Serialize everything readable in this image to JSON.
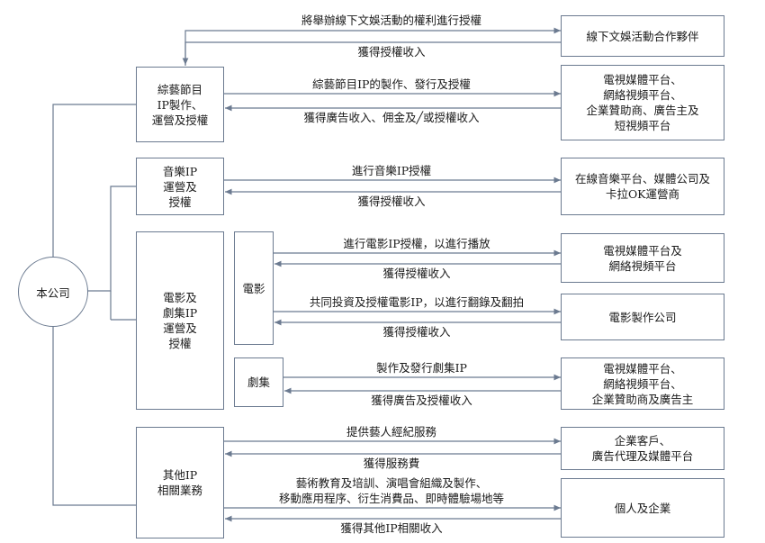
{
  "company": "本公司",
  "segments": {
    "variety": "綜藝節目\nIP製作、\n運營及授權",
    "music": "音樂IP\n運營及\n授權",
    "film_drama": "電影及\n劇集IP\n運營及\n授權",
    "film": "電影",
    "drama": "劇集",
    "other": "其他IP\n相關業務"
  },
  "partners": {
    "offline": "線下文娛活動合作夥伴",
    "variety_media": "電視媒體平台、\n網絡視頻平台、\n企業贊助商、廣告主及\n短視頻平台",
    "music_platforms": "在線音樂平台、媒體公司及\n卡拉OK運營商",
    "film_platforms": "電視媒體平台及\n網絡視頻平台",
    "film_producers": "電影製作公司",
    "drama_platforms": "電視媒體平台、\n網絡視頻平台、\n企業贊助商及廣告主",
    "corporate": "企業客戶、\n廣告代理及媒體平台",
    "individuals": "個人及企業"
  },
  "flows": {
    "offline_out": "將舉辦線下文娛活動的權利進行授權",
    "offline_in": "獲得授權收入",
    "variety_out": "綜藝節目IP的製作、發行及授權",
    "variety_in": "獲得廣告收入、佣金及╱或授權收入",
    "music_out": "進行音樂IP授權",
    "music_in": "獲得授權收入",
    "film1_out": "進行電影IP授權，以進行播放",
    "film1_in": "獲得授權收入",
    "film2_out": "共同投資及授權電影IP，以進行翻錄及翻拍",
    "film2_in": "獲得授權收入",
    "drama_out": "製作及發行劇集IP",
    "drama_in": "獲得廣告及授權收入",
    "agency_out": "提供藝人經紀服務",
    "agency_in": "獲得服務費",
    "other_out": "藝術教育及培訓、演唱會組織及製作、\n移動應用程序、衍生消費品、即時體驗場地等",
    "other_in": "獲得其他IP相關收入"
  },
  "colors": {
    "line": "#6b7a90",
    "text": "#1a1a1a"
  }
}
